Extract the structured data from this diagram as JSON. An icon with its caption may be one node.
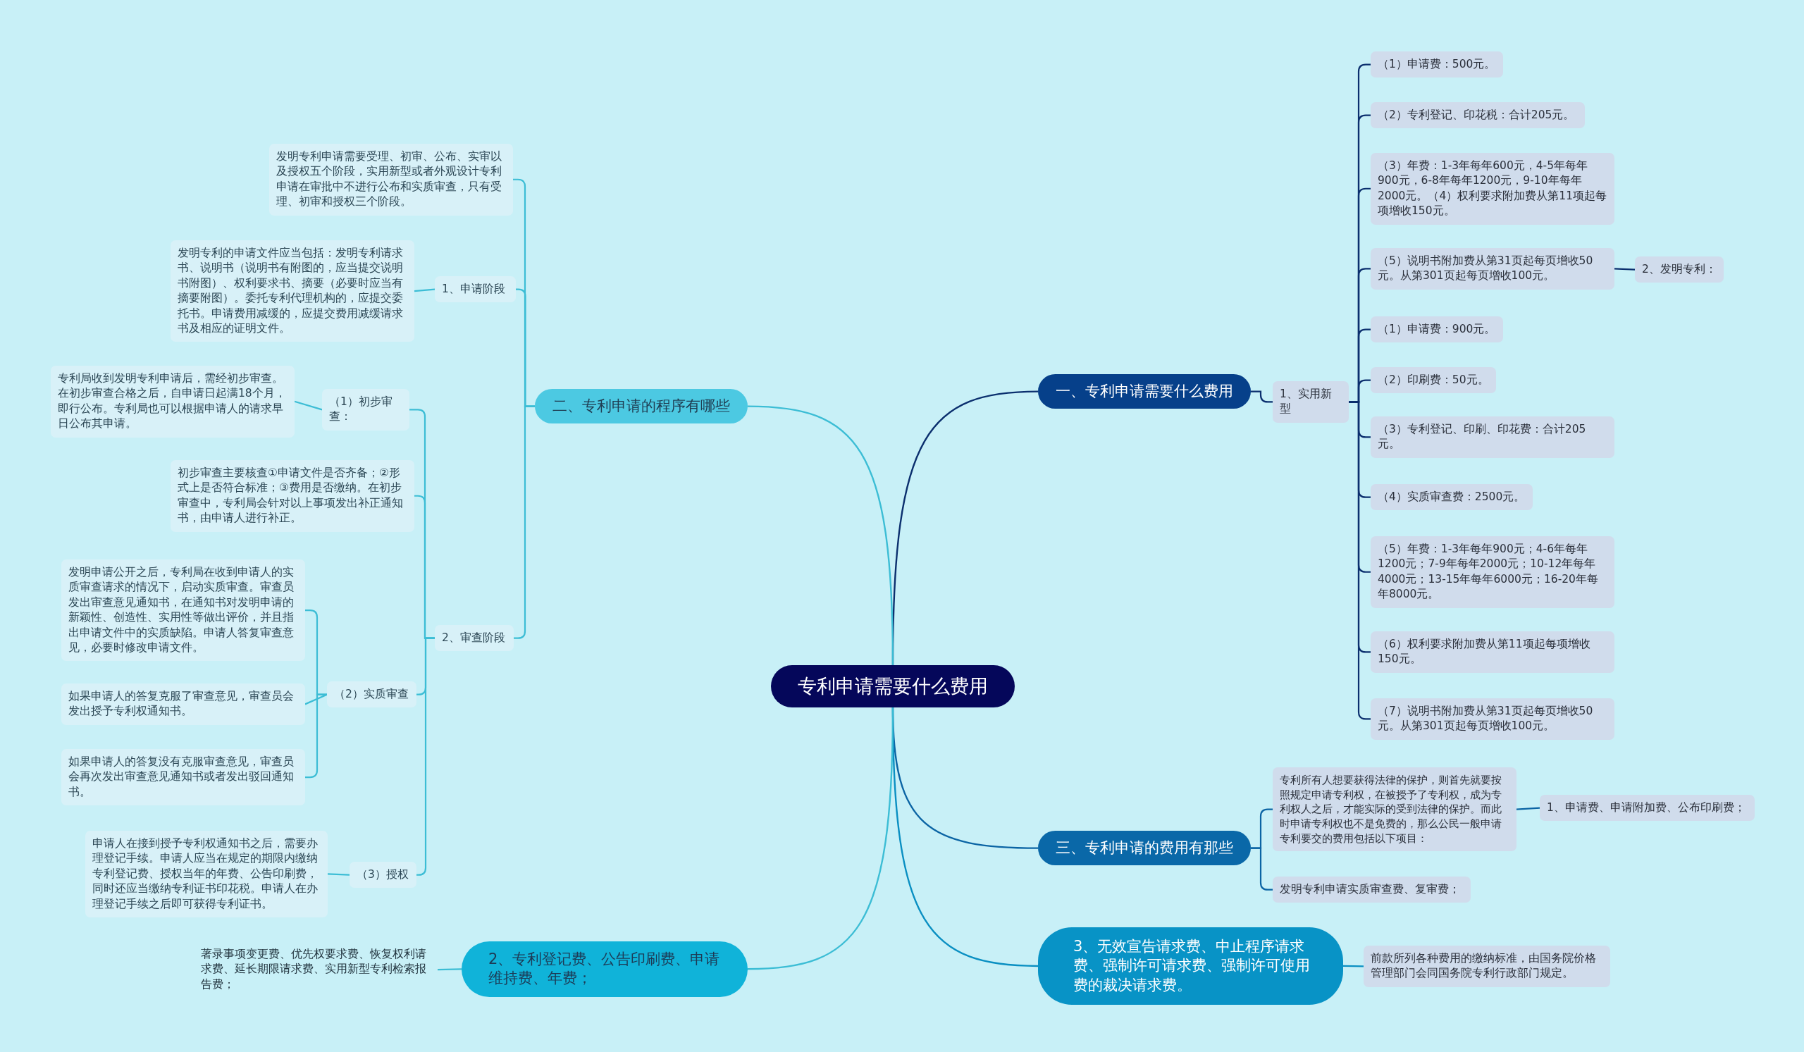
{
  "diagram": {
    "nodes": [
      {
        "text": [
          "专利申请需要什么费用"
        ]
      },
      {
        "text": [
          "一、专利申请需要什么费用"
        ]
      },
      {
        "text": [
          "1、实用新型"
        ]
      },
      {
        "text": [
          "（1）申请费：500元。"
        ]
      },
      {
        "text": [
          "（2）专利登记、印花税：合计205元。"
        ]
      },
      {
        "text": [
          "（3）年费：1-3年每年600元，4-5年每年900元，6-8年每年1200元，9-10年每年2000元。（4）权利要求附加费从第11项起每项增收150元。"
        ]
      },
      {
        "text": [
          "（5）说明书附加费从第31页起每页增收50元。从第301页起每页增收100元。"
        ]
      },
      {
        "text": [
          "2、发明专利："
        ]
      },
      {
        "text": [
          "（1）申请费：900元。"
        ]
      },
      {
        "text": [
          "（2）印刷费：50元。"
        ]
      },
      {
        "text": [
          "（3）专利登记、印刷、印花费：合计205元。"
        ]
      },
      {
        "text": [
          "（4）实质审查费：2500元。"
        ]
      },
      {
        "text": [
          "（5）年费：1-3年每年900元；4-6年每年1200元；7-9年每年2000元；10-12年每年4000元；13-15年每年6000元；16-20年每年8000元。"
        ]
      },
      {
        "text": [
          "（6）权利要求附加费从第11项起每项增收150元。"
        ]
      },
      {
        "text": [
          "（7）说明书附加费从第31页起每页增收50元。从第301页起每页增收100元。"
        ]
      },
      {
        "text": [
          "三、专利申请的费用有那些"
        ]
      },
      {
        "text": [
          "专利所有人想要获得法律的保护，则首先就要按照规定申请专利权，在被授予了专利权，成为专利权人之后，才能实际的受到法律的保护。而此时申请专利权也不是免费的，那么公民一般申请专利要交的费用包括以下项目："
        ]
      },
      {
        "text": [
          "1、申请费、申请附加费、公布印刷费；"
        ]
      },
      {
        "text": [
          "发明专利申请实质审查费、复审费；"
        ]
      },
      {
        "text": [
          "3、无效宣告请求费、中止程序请求费、强制许可请求费、强制许可使用费的裁决请求费。"
        ]
      },
      {
        "text": [
          "前款所列各种费用的缴纳标准，由国务院价格管理部门会同国务院专利行政部门规定。"
        ]
      },
      {
        "text": [
          "二、专利申请的程序有哪些"
        ]
      },
      {
        "text": [
          "发明专利申请需要受理、初审、公布、实审以及授权五个阶段，实用新型或者外观设计专利申请在审批中不进行公布和实质审查，只有受理、初审和授权三个阶段。"
        ]
      },
      {
        "text": [
          "1、申请阶段"
        ]
      },
      {
        "text": [
          "发明专利的申请文件应当包括：发明专利请求书、说明书（说明书有附图的，应当提交说明书附图）、权利要求书、摘要（必要时应当有摘要附图）。委托专利代理机构的，应提交委托书。申请费用减缓的，应提交费用减缓请求书及相应的证明文件。"
        ]
      },
      {
        "text": [
          "2、审查阶段"
        ]
      },
      {
        "text": [
          "（1）初步审查："
        ]
      },
      {
        "text": [
          "专利局收到发明专利申请后，需经初步审查。在初步审查合格之后，自申请日起满18个月，即行公布。专利局也可以根据申请人的请求早日公布其申请。"
        ]
      },
      {
        "text": [
          "初步审查主要核查①申请文件是否齐备；②形式上是否符合标准；③费用是否缴纳。在初步审查中，专利局会针对以上事项发出补正通知书，由申请人进行补正。"
        ]
      },
      {
        "text": [
          "（2）实质审查"
        ]
      },
      {
        "text": [
          "发明申请公开之后，专利局在收到申请人的实质审查请求的情况下，启动实质审查。审查员发出审查意见通知书，在通知书对发明申请的新颖性、创造性、实用性等做出评价，并且指出申请文件中的实质缺陷。申请人答复审查意见，必要时修改申请文件。"
        ]
      },
      {
        "text": [
          "如果申请人的答复克服了审查意见，审查员会发出授予专利权通知书。"
        ]
      },
      {
        "text": [
          "如果申请人的答复没有克服审查意见，审查员会再次发出审查意见通知书或者发出驳回通知书。"
        ]
      },
      {
        "text": [
          "（3）授权"
        ]
      },
      {
        "text": [
          "申请人在接到授予专利权通知书之后，需要办理登记手续。申请人应当在规定的期限内缴纳专利登记费、授权当年的年费、公告印刷费，同时还应当缴纳专利证书印花税。申请人在办理登记手续之后即可获得专利证书。"
        ]
      },
      {
        "text": [
          "2、专利登记费、公告印刷费、申请维持费、年费；"
        ]
      },
      {
        "text": [
          "著录事项变更费、优先权要求费、恢复权利请求费、延长期限请求费、实用新型专利检索报告费；"
        ]
      }
    ],
    "edges": [
      {
        "from": 0,
        "to": 1,
        "arrow": "none",
        "color": "#0b2f6e"
      },
      {
        "from": 1,
        "to": 2,
        "arrow": "none",
        "color": "#0b2f6e"
      },
      {
        "from": 2,
        "to": 3,
        "arrow": "none",
        "color": "#0b2f6e"
      },
      {
        "from": 2,
        "to": 4,
        "arrow": "none",
        "color": "#0b2f6e"
      },
      {
        "from": 2,
        "to": 5,
        "arrow": "none",
        "color": "#0b2f6e"
      },
      {
        "from": 2,
        "to": 6,
        "arrow": "none",
        "color": "#0b2f6e"
      },
      {
        "from": 6,
        "to": 7,
        "arrow": "none",
        "color": "#0b2f6e"
      },
      {
        "from": 2,
        "to": 8,
        "arrow": "none",
        "color": "#0b2f6e"
      },
      {
        "from": 2,
        "to": 9,
        "arrow": "none",
        "color": "#0b2f6e"
      },
      {
        "from": 2,
        "to": 10,
        "arrow": "none",
        "color": "#0b2f6e"
      },
      {
        "from": 2,
        "to": 11,
        "arrow": "none",
        "color": "#0b2f6e"
      },
      {
        "from": 2,
        "to": 12,
        "arrow": "none",
        "color": "#0b2f6e"
      },
      {
        "from": 2,
        "to": 13,
        "arrow": "none",
        "color": "#0b2f6e"
      },
      {
        "from": 2,
        "to": 14,
        "arrow": "none",
        "color": "#0b2f6e"
      },
      {
        "from": 0,
        "to": 15,
        "arrow": "none",
        "color": "#0b64a4"
      },
      {
        "from": 15,
        "to": 16,
        "arrow": "none",
        "color": "#0b64a4"
      },
      {
        "from": 16,
        "to": 17,
        "arrow": "none",
        "color": "#0b64a4"
      },
      {
        "from": 15,
        "to": 18,
        "arrow": "none",
        "color": "#0b64a4"
      },
      {
        "from": 0,
        "to": 19,
        "arrow": "none",
        "color": "#0a8fc2"
      },
      {
        "from": 19,
        "to": 20,
        "arrow": "none",
        "color": "#0a8fc2"
      },
      {
        "from": 0,
        "to": 21,
        "arrow": "none"
      },
      {
        "from": 21,
        "to": 22,
        "arrow": "none"
      },
      {
        "from": 21,
        "to": 23,
        "arrow": "none"
      },
      {
        "from": 23,
        "to": 24,
        "arrow": "none"
      },
      {
        "from": 21,
        "to": 25,
        "arrow": "none"
      },
      {
        "from": 25,
        "to": 26,
        "arrow": "none"
      },
      {
        "from": 26,
        "to": 27,
        "arrow": "none"
      },
      {
        "from": 25,
        "to": 28,
        "arrow": "none"
      },
      {
        "from": 25,
        "to": 29,
        "arrow": "none"
      },
      {
        "from": 29,
        "to": 30,
        "arrow": "none"
      },
      {
        "from": 29,
        "to": 31,
        "arrow": "none"
      },
      {
        "from": 29,
        "to": 32,
        "arrow": "none"
      },
      {
        "from": 25,
        "to": 33,
        "arrow": "none"
      },
      {
        "from": 33,
        "to": 34,
        "arrow": "none"
      },
      {
        "from": 0,
        "to": 35,
        "arrow": "none"
      },
      {
        "from": 35,
        "to": 36,
        "arrow": "none"
      }
    ]
  }
}
